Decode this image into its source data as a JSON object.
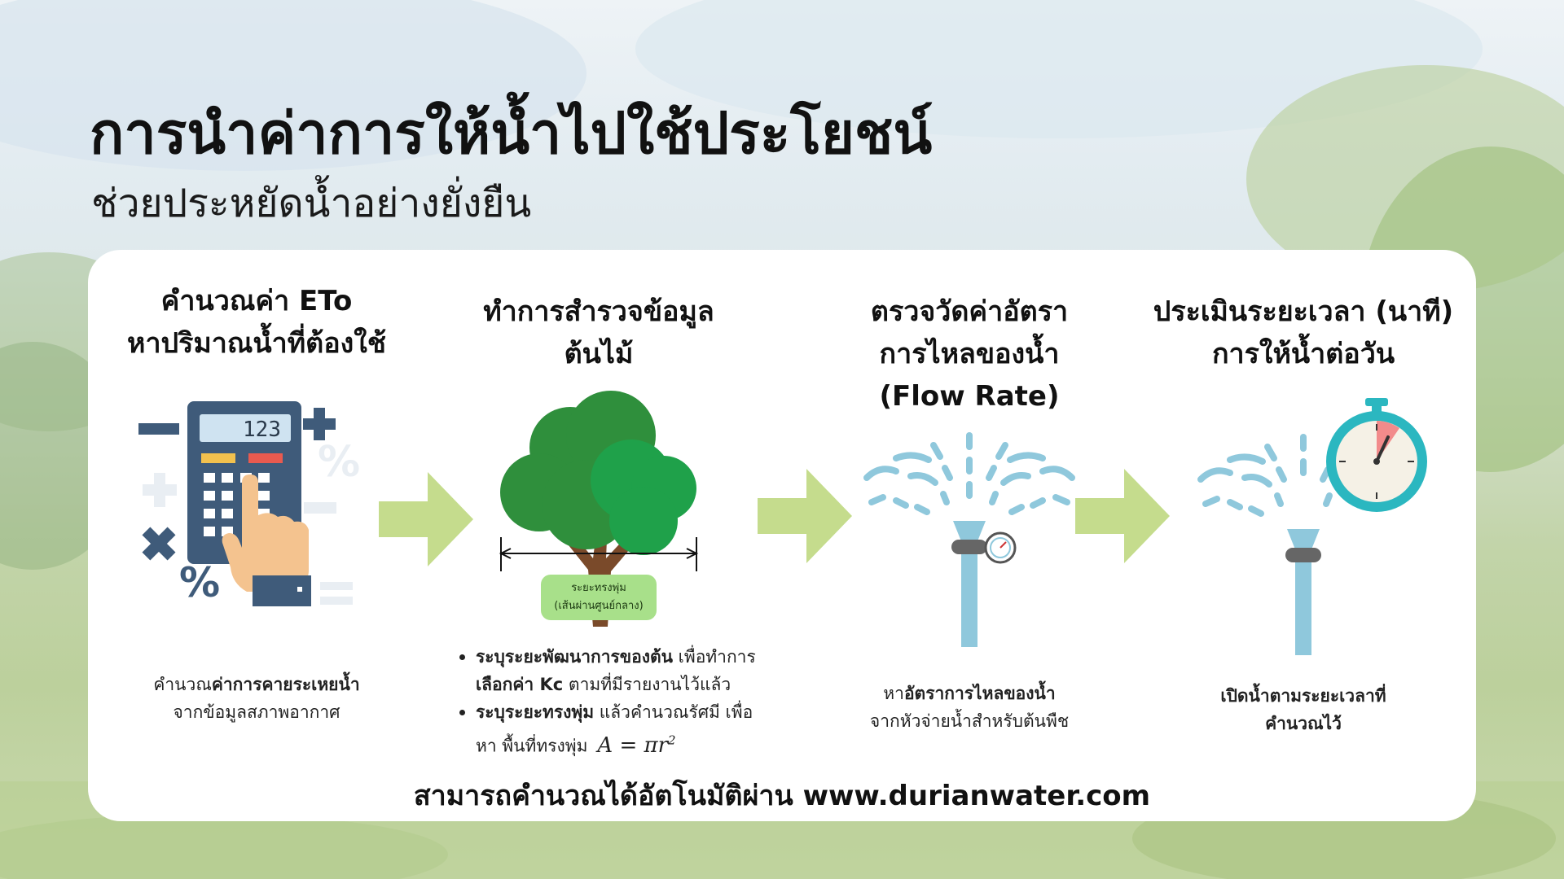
{
  "header": {
    "title": "การนำค่าการให้น้ำไปใช้ประโยชน์",
    "subtitle": "ช่วยประหยัดน้ำอย่างยั่งยืน"
  },
  "steps": [
    {
      "title_lines": [
        "คำนวณค่า ETo",
        "หาปริมาณน้ำที่ต้องใช้"
      ],
      "icon": "calculator-icon",
      "calculator_display": "123",
      "desc_prefix": "คำนวณ",
      "desc_bold": "ค่าการคายระเหยน้ำ",
      "desc_line2": "จากข้อมูลสภาพอากาศ"
    },
    {
      "title_lines": [
        "ทำการสำรวจข้อมูล",
        "ต้นไม้"
      ],
      "icon": "tree-icon",
      "canopy_label_lines": [
        "ระยะทรงพุ่ม",
        "(เส้นผ่านศูนย์กลาง)"
      ],
      "bullets": [
        {
          "bold1": "ระบุระยะพัฒนาการของต้น",
          "text1": " เพื่อทำการ",
          "bold2": "เลือกค่า Kc",
          "text2": " ตามที่มีรายงานไว้แล้ว"
        },
        {
          "bold1": "ระบุระยะทรงพุ่ม",
          "text1": " แล้วคำนวณรัศมี เพื่อ",
          "text2": "หา พื้นที่ทรงพุ่ม",
          "formula": "A = πr",
          "formula_exp": "2"
        }
      ]
    },
    {
      "title_lines": [
        "ตรวจวัดค่าอัตรา",
        "การไหลของน้ำ",
        "(Flow Rate)"
      ],
      "icon": "sprinkler-gauge-icon",
      "desc_prefix": "หา",
      "desc_bold": "อัตราการไหลของน้ำ",
      "desc_line2": "จากหัวจ่ายน้ำสำหรับต้นพืช"
    },
    {
      "title_lines": [
        "ประเมินระยะเวลา (นาที)",
        "การให้น้ำต่อวัน"
      ],
      "icon": "sprinkler-stopwatch-icon",
      "desc_lines": [
        "เปิดน้ำตามระยะเวลาที่",
        "คำนวณไว้"
      ]
    }
  ],
  "footer": {
    "text": "สามารถคำนวณได้อัตโนมัติผ่าน www.durianwater.com"
  },
  "colors": {
    "arrow": "#c5dc8d",
    "tree_dark": "#2f8f3c",
    "tree_light": "#1fa14a",
    "water": "#8fc8dc",
    "stopwatch_ring": "#2bb7c0",
    "calculator_body": "#3f5b7a"
  }
}
